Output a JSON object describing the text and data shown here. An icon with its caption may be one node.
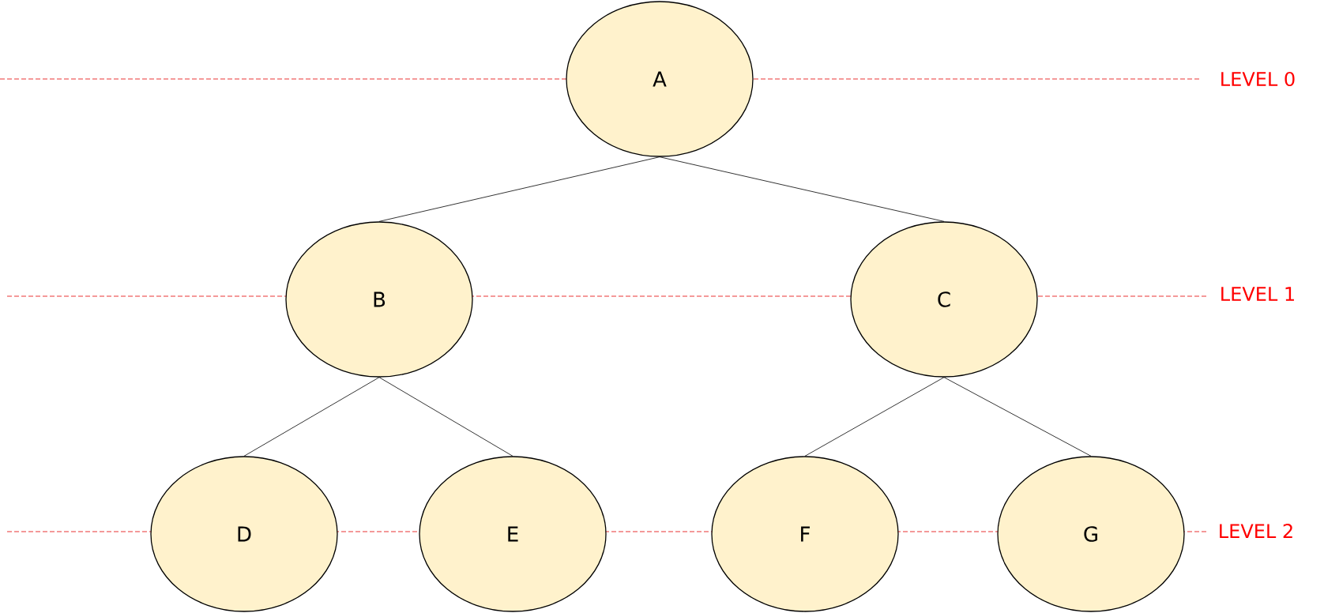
{
  "diagram": {
    "nodes": [
      {
        "text": [
          "A"
        ]
      },
      {
        "text": [
          "B"
        ]
      },
      {
        "text": [
          "C"
        ]
      },
      {
        "text": [
          "D"
        ]
      },
      {
        "text": [
          "E"
        ]
      },
      {
        "text": [
          "F"
        ]
      },
      {
        "text": [
          "G"
        ]
      }
    ],
    "edges": [
      {
        "from": 0,
        "to": 1,
        "arrow": "none"
      },
      {
        "from": 0,
        "to": 2,
        "arrow": "none"
      },
      {
        "from": 1,
        "to": 3,
        "arrow": "none"
      },
      {
        "from": 1,
        "to": 4,
        "arrow": "none"
      },
      {
        "from": 2,
        "to": 5,
        "arrow": "none"
      },
      {
        "from": 2,
        "to": 6,
        "arrow": "none"
      }
    ],
    "labels": [
      "LEVEL 0",
      "LEVEL 1",
      "LEVEL 2"
    ]
  }
}
